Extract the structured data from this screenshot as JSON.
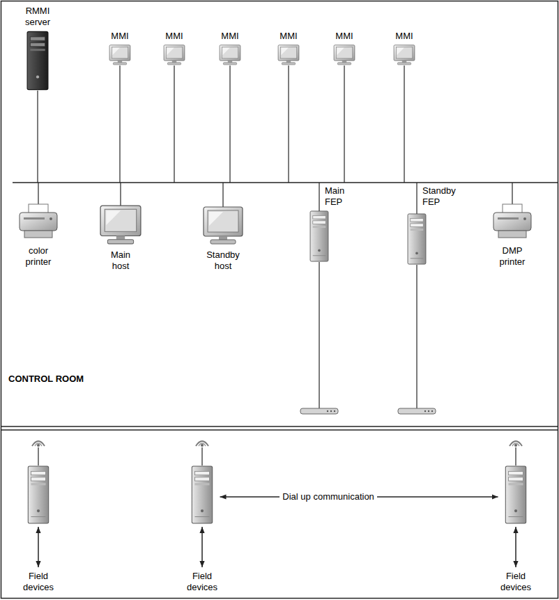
{
  "diagram": {
    "nodes": [
      {
        "text": [
          "CONTROL ROOM"
        ]
      },
      {
        "text": [
          "RMMI server"
        ],
        "in": 0
      },
      {
        "text": [
          "MMI"
        ],
        "in": 0
      },
      {
        "text": [
          "MMI"
        ],
        "in": 0
      },
      {
        "text": [
          "MMI"
        ],
        "in": 0
      },
      {
        "text": [
          "MMI"
        ],
        "in": 0
      },
      {
        "text": [
          "MMI"
        ],
        "in": 0
      },
      {
        "text": [
          "MMI"
        ],
        "in": 0
      },
      {
        "text": [
          "color printer"
        ],
        "in": 0
      },
      {
        "text": [
          "Main host"
        ],
        "in": 0
      },
      {
        "text": [
          "Standby host"
        ],
        "in": 0
      },
      {
        "text": [
          "Main FEP"
        ],
        "in": 0
      },
      {
        "text": [
          "Standby FEP"
        ],
        "in": 0
      },
      {
        "text": [
          "DMP printer"
        ],
        "in": 0
      },
      {
        "text": [
          "Field devices"
        ]
      },
      {
        "text": [
          "Field devices"
        ]
      },
      {
        "text": [
          "Field devices"
        ]
      }
    ],
    "edges": [
      {
        "from": 15,
        "to": 16,
        "arrow": "both",
        "label": "Dial up communication"
      }
    ]
  }
}
